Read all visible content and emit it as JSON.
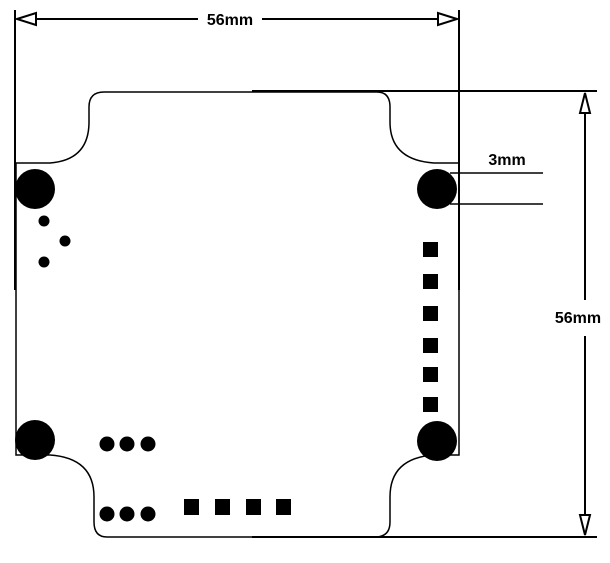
{
  "dimensions": {
    "width_label": "56mm",
    "height_label": "56mm",
    "hole_label": "3mm"
  }
}
